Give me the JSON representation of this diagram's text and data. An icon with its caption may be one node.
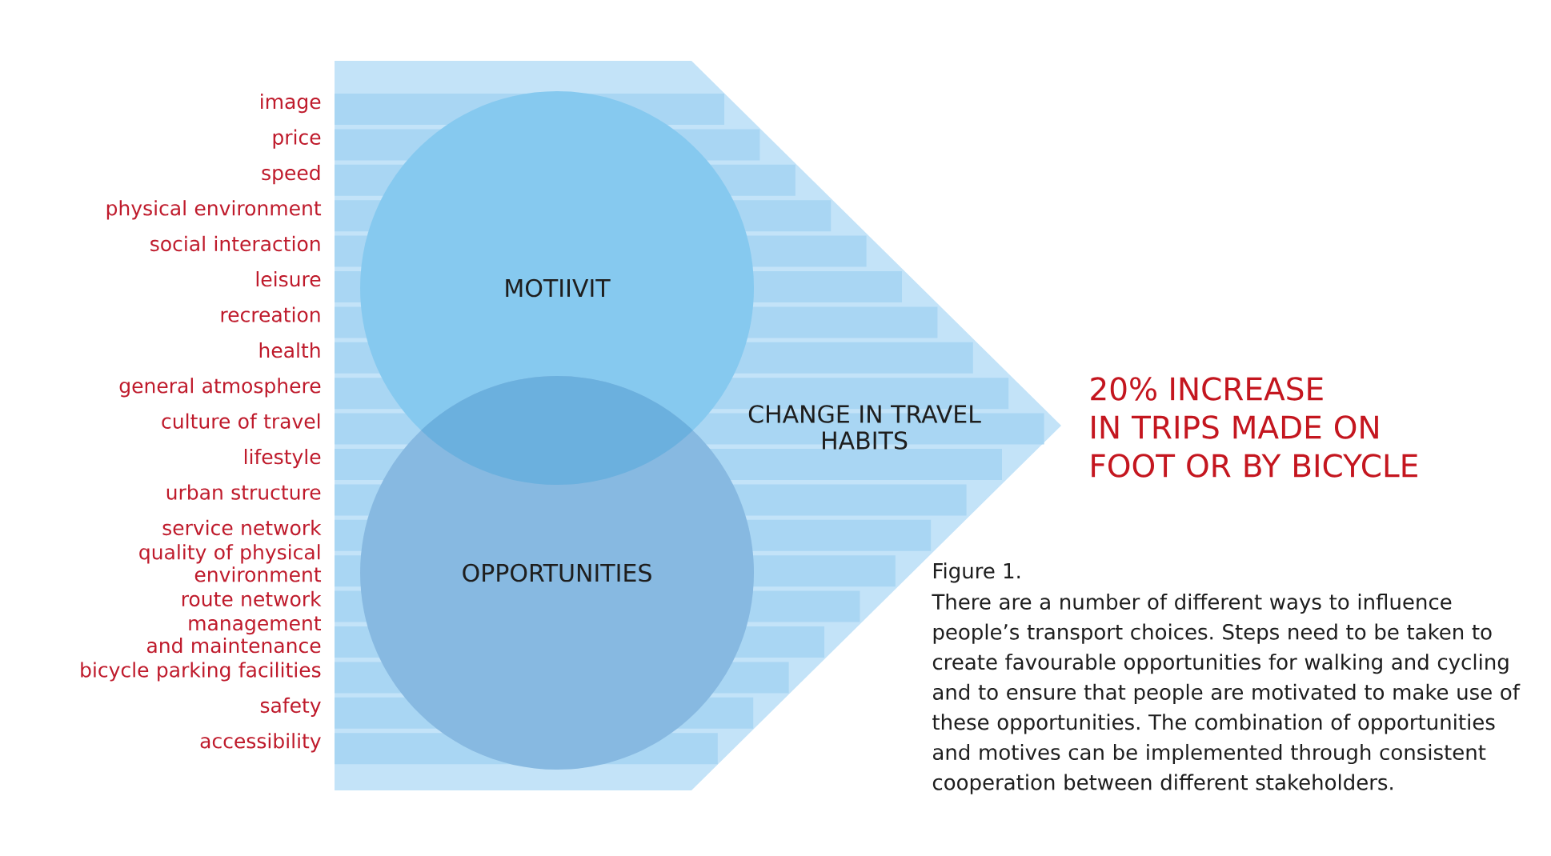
{
  "diagram": {
    "caption": "There are a number of different ways to influence people’s transport choices. Steps need to be taken to create favourable opportunities for walking and cycling and to ensure that people are motivated to make use of these opportunities. The combination of opportunities and motives can be implemented through consistent cooperation between different stakeholders.",
    "nodes": [
      {
        "text": [
          "CHANGE IN TRAVEL HABITS"
        ]
      },
      {
        "text": [
          "MOTIIVIT"
        ],
        "in": 0
      },
      {
        "text": [
          "OPPORTUNITIES"
        ],
        "in": 0
      }
    ],
    "labels": [
      "image",
      "price",
      "speed",
      "physical environment",
      "social interaction",
      "leisure",
      "recreation",
      "health",
      "general atmosphere",
      "culture of travel",
      "lifestyle",
      "urban structure",
      "service network",
      "quality of physical environment",
      "route network",
      "management and maintenance",
      "bicycle parking facilities",
      "safety",
      "accessibility",
      "20% INCREASE",
      "IN TRIPS MADE ON FOOT OR BY BICYCLE",
      "Figure 1."
    ]
  }
}
